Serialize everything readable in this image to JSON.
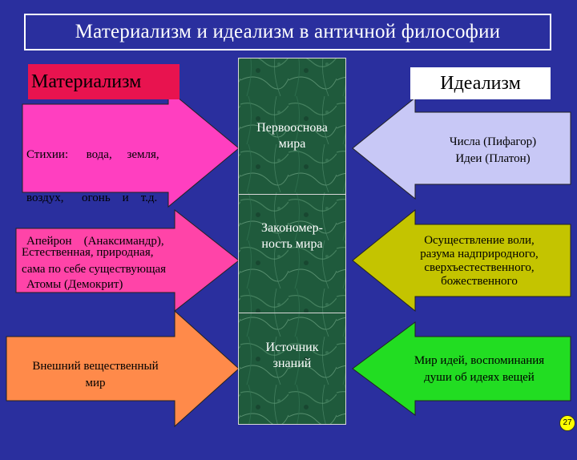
{
  "title": "Материализм и идеализм в античной философии",
  "left_heading": "Материализм",
  "right_heading": "Идеализм",
  "rows": [
    {
      "center_line1": "Первооснова",
      "center_line2": "мира",
      "left_line1": "Стихии:      вода,     земля,",
      "left_line2": "воздух,      огонь    и    т.д.",
      "left_line3": "Апейрон    (Анаксимандр),",
      "left_line4": "Атомы (Демокрит)",
      "right_line1": "Числа (Пифагор)",
      "right_line2": "Идеи (Платон)"
    },
    {
      "center_line1": "Закономер-",
      "center_line2": "ность мира",
      "left_line1": "Естественная, природная,",
      "left_line2": "сама по себе существующая",
      "right_line1": "Осуществление воли,",
      "right_line2": "разума надприродного,",
      "right_line3": "сверхъестественного,",
      "right_line4": "божественного"
    },
    {
      "center_line1": "Источник",
      "center_line2": "знаний",
      "left_line1": "Внешний вещественный",
      "left_line2": "мир",
      "right_line1": "Мир идей, воспоминания",
      "right_line2": "души об идеях вещей"
    }
  ],
  "page_number": "27",
  "colors": {
    "background": "#2a2f9e",
    "left_arrow_1": "#ff3fc0",
    "left_arrow_2": "#ff44a8",
    "left_arrow_3": "#ff8a4a",
    "right_arrow_1": "#c8c8f6",
    "right_arrow_2": "#c4c400",
    "right_arrow_3": "#22dd22",
    "center": "#1f5a3c"
  }
}
